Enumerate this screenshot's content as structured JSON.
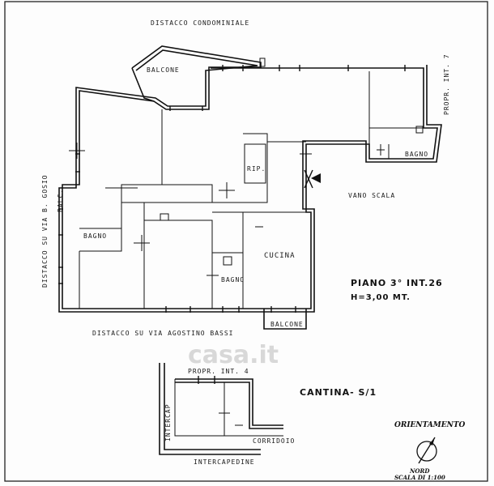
{
  "labels": {
    "distacco_condominiale": "DISTACCO CONDOMINIALE",
    "balcone_top": "BALCONE",
    "propr_int_7": "PROPR. INT. 7",
    "bagno_right": "BAGNO",
    "rip": "RIP.",
    "vano_scala": "VANO SCALA",
    "distacco_via_gosio": "DISTACCO SU VIA B. GOSIO",
    "balc": "BALC.",
    "bagno_left": "BAGNO",
    "bagno_mid": "BAGNO",
    "cucina": "CUCINA",
    "piano": "PIANO 3° INT.26",
    "altezza": "H=3,00 MT.",
    "distacco_via_bassi": "DISTACCO SU VIA AGOSTINO BASSI",
    "balcone_bottom": "BALCONE",
    "propr_int_4": "PROPR. INT. 4",
    "cantina": "CANTINA- S/1",
    "intercap": "INTERCAP",
    "corridoio": "CORRIDOIO",
    "intercapedine": "INTERCAPEDINE",
    "orientamento": "ORIENTAMENTO",
    "nord": "NORD",
    "scala": "SCALA DI 1:100"
  },
  "watermark": "casa.it",
  "colors": {
    "ink": "#111111",
    "paper": "#fdfdfd",
    "watermark": "#d8d8d8"
  }
}
